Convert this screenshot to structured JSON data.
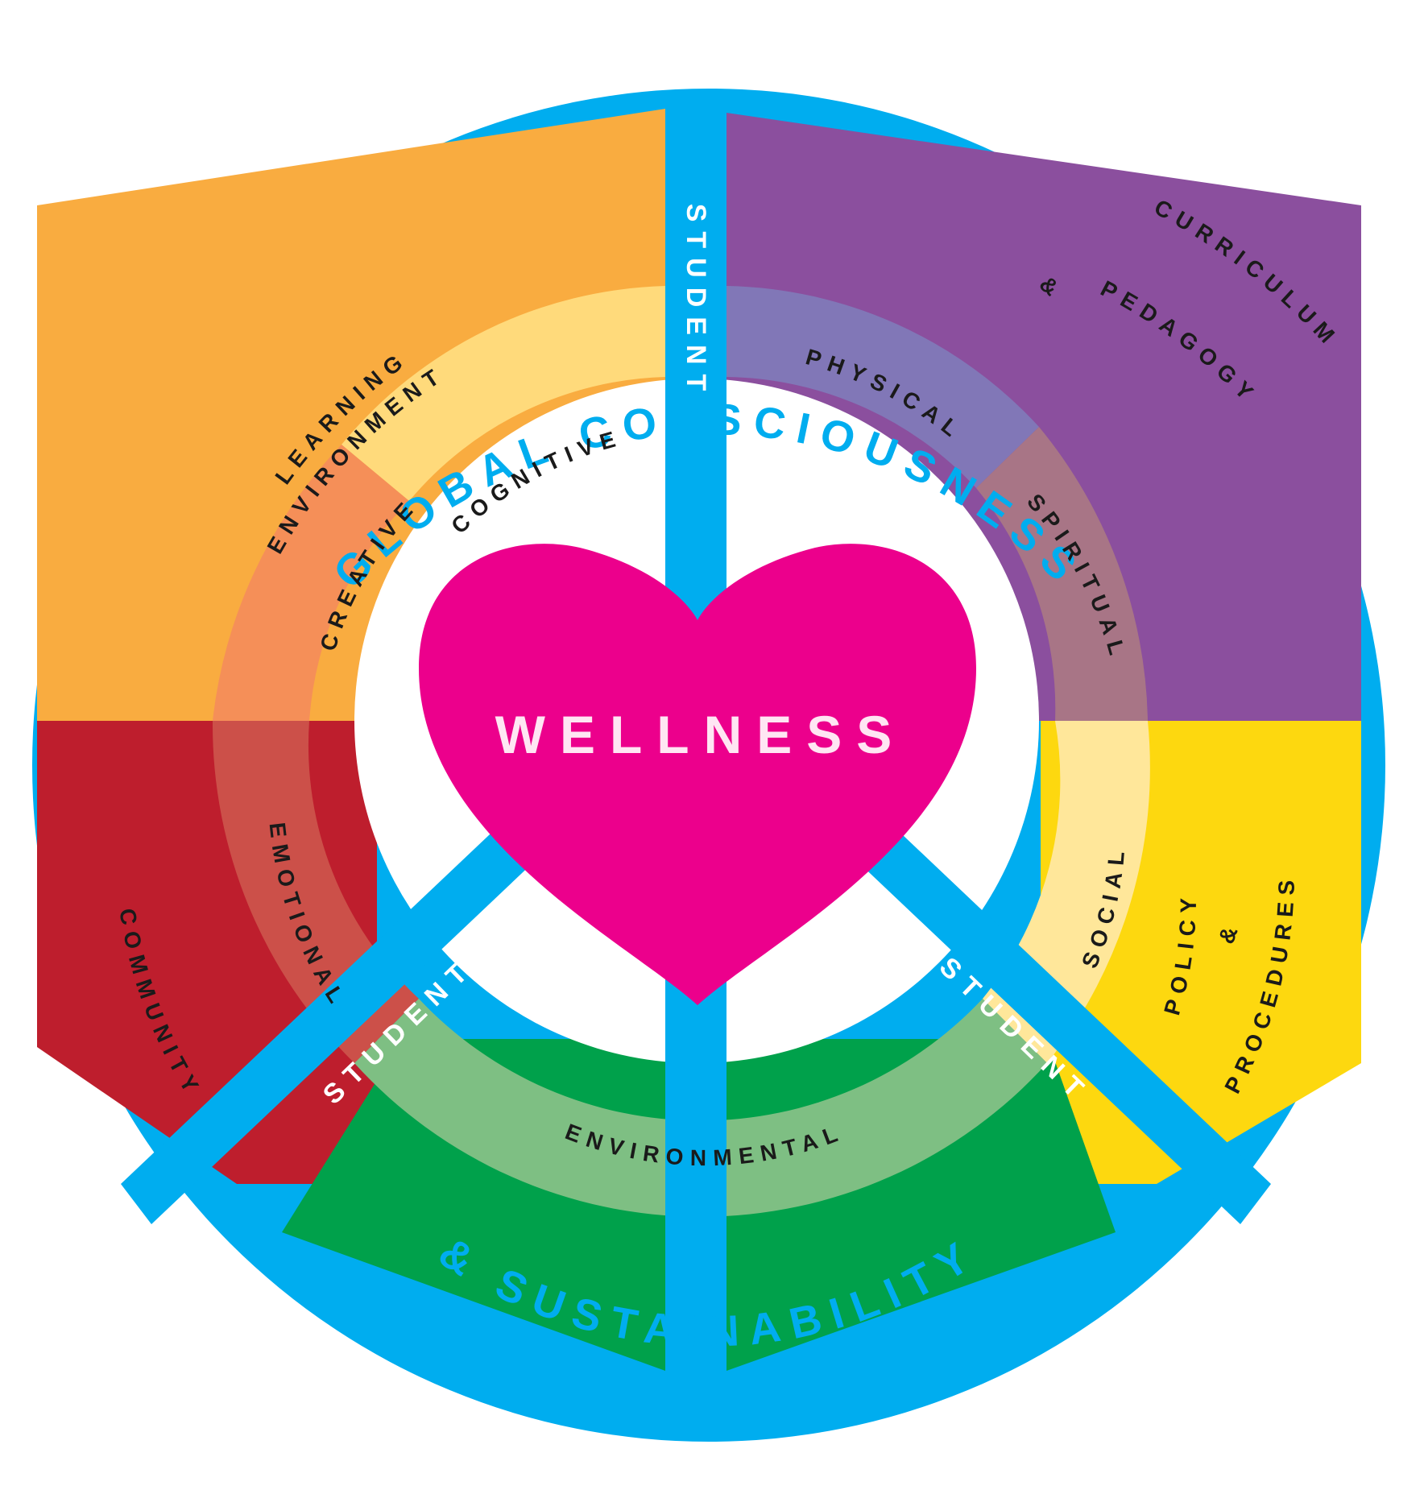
{
  "diagram": {
    "colors": {
      "frame": "#00ADEF",
      "learning": "#F9AC40",
      "curriculum": "#8B4F9E",
      "community": "#BE1E2D",
      "policy": "#FDD80F",
      "environmental": "#00A14B",
      "heart": "#EC008C",
      "cognitive_ring": "#FFDA7B",
      "creative_ring": "#F58F58",
      "emotional_ring": "#CC5049",
      "physical_ring": "#8177B7",
      "spiritual_ring": "#A87586",
      "social_ring": "#FFE79A",
      "environmental_ring": "#7EBF83"
    },
    "outer_text": {
      "top": "GLOBAL CONSCIOUSNESS",
      "bottom": "& SUSTAINABILITY"
    },
    "sectors": {
      "learning_environment": [
        "LEARNING",
        "ENVIRONMENT"
      ],
      "curriculum_pedagogy": [
        "CURRICULUM",
        "&",
        "PEDAGOGY"
      ],
      "community": "COMMUNITY",
      "policy_procedures": [
        "POLICY",
        "&",
        "PROCEDURES"
      ]
    },
    "dimensions": {
      "cognitive": "COGNITIVE",
      "creative": "CREATIVE",
      "emotional": "EMOTIONAL",
      "physical": "PHYSICAL",
      "spiritual": "SPIRITUAL",
      "social": "SOCIAL",
      "environmental": "ENVIRONMENTAL"
    },
    "student_arms": {
      "top": "STUDENT",
      "left": "STUDENT",
      "right": "STUDENT"
    },
    "center": "WELLNESS"
  }
}
